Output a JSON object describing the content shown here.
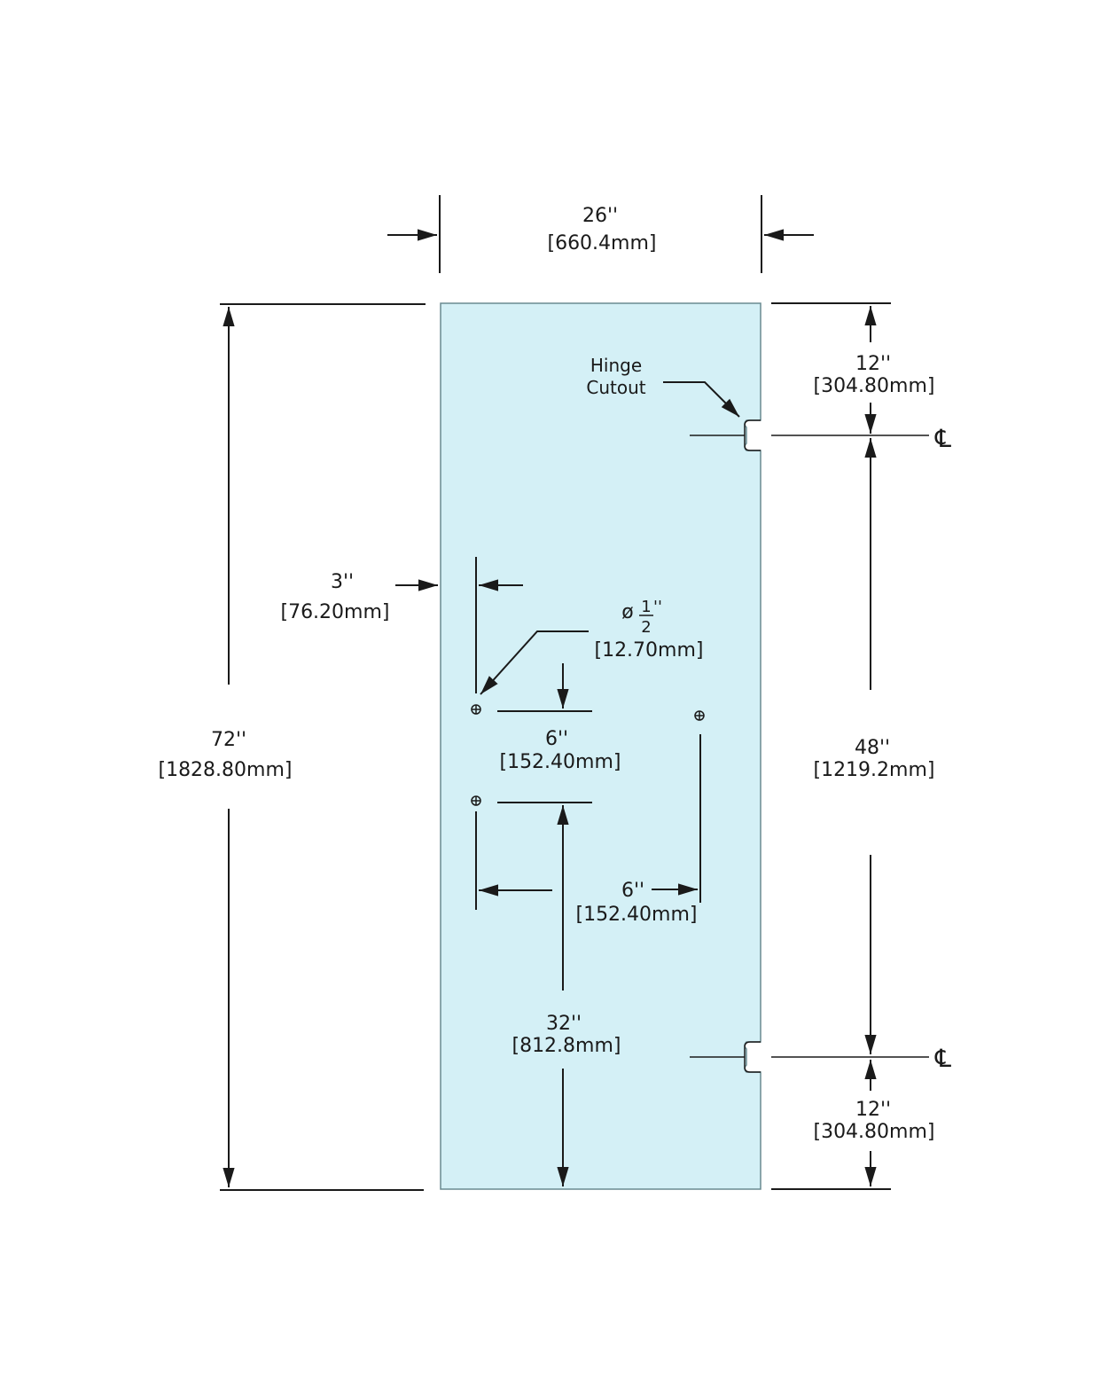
{
  "panel": {
    "fill_color": "#d4f0f6",
    "edge_color": "#6a8a90"
  },
  "dimensions": {
    "width": {
      "inch": "26''",
      "mm": "[660.4mm]"
    },
    "height": {
      "inch": "72''",
      "mm": "[1828.80mm]"
    },
    "top_hinge": {
      "inch": "12''",
      "mm": "[304.80mm]"
    },
    "hinge_spacing": {
      "inch": "48''",
      "mm": "[1219.2mm]"
    },
    "bottom_hinge": {
      "inch": "12''",
      "mm": "[304.80mm]"
    },
    "hole_edge_offset": {
      "inch": "3''",
      "mm": "[76.20mm]"
    },
    "hole_diameter": {
      "symbol": "ø",
      "numerator": "1",
      "denominator": "2",
      "unit": "''",
      "mm": "[12.70mm]"
    },
    "hole_vertical_spacing": {
      "inch": "6''",
      "mm": "[152.40mm]"
    },
    "hole_horizontal_spacing": {
      "inch": "6''",
      "mm": "[152.40mm]"
    },
    "hole_height_from_bottom": {
      "inch": "32''",
      "mm": "[812.8mm]"
    }
  },
  "labels": {
    "hinge_cutout_line1": "Hinge",
    "hinge_cutout_line2": "Cutout",
    "centerline_symbol": "℄"
  }
}
